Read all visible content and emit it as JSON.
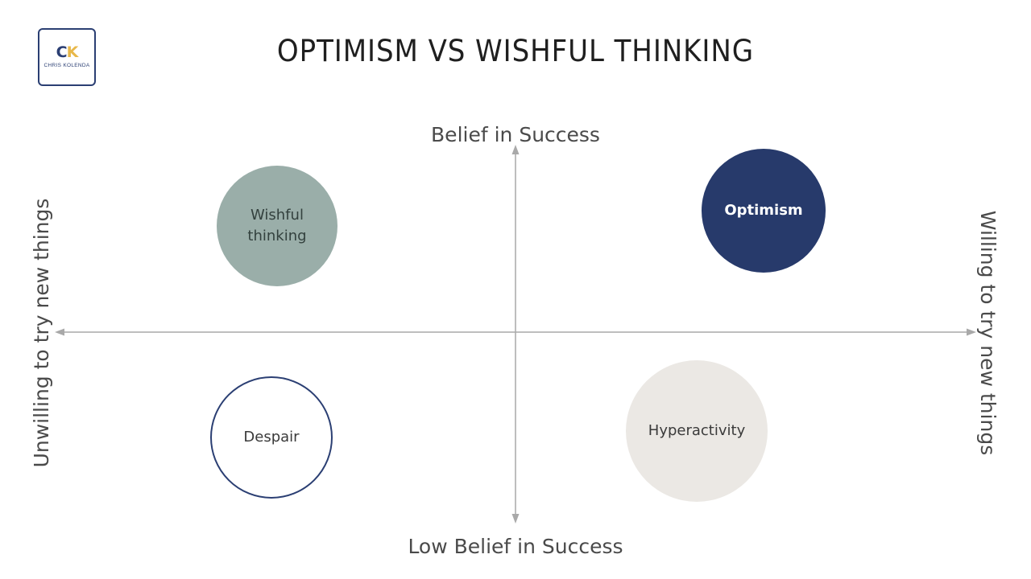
{
  "logo": {
    "mark_c": "C",
    "mark_k": "K",
    "name": "CHRIS KOLENDA"
  },
  "title": "OPTIMISM VS WISHFUL THINKING",
  "axes": {
    "top": "Belief in Success",
    "bottom": "Low Belief in Success",
    "left": "Unwilling to try new things",
    "right": "Willing to try new things"
  },
  "quadrants": {
    "wishful": "Wishful\nthinking",
    "optimism": "Optimism",
    "despair": "Despair",
    "hyperactivity": "Hyperactivity"
  },
  "colors": {
    "navy": "#273a6b",
    "sage": "#9aaea9",
    "stone": "#ebe8e4",
    "axis": "#a9a9a9",
    "logo_accent": "#e8b84a"
  }
}
